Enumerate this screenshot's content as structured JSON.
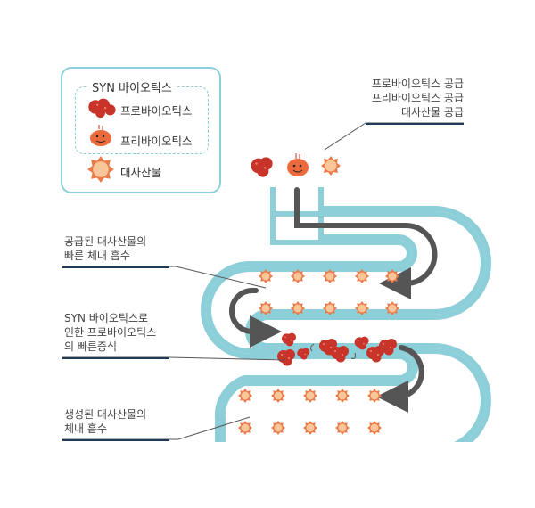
{
  "legend": {
    "title": "SYN 바이오틱스",
    "items": [
      {
        "label": "프로바이오틱스",
        "icon": "probiotic-cluster-icon"
      },
      {
        "label": "프리바이오틱스",
        "icon": "prebiotic-blob-icon"
      },
      {
        "label": "대사산물",
        "icon": "metabolite-sun-icon"
      }
    ]
  },
  "callouts": {
    "supply": [
      "프로바이오틱스 공급",
      "프리바이오틱스 공급",
      "대사산물 공급"
    ],
    "absorb_supplied": [
      "공급된 대사산물의",
      "빠른 체내 흡수"
    ],
    "proliferation": [
      "SYN 바이오틱스로",
      "인한 프로바이오틱스",
      "의 빠른증식"
    ],
    "absorb_generated": [
      "생성된 대사산물의",
      "체내 흡수"
    ]
  },
  "colors": {
    "intestine": "#8dcfd8",
    "arrow": "#555555",
    "probiotic": "#c8342a",
    "prebiotic": "#ec6a3c",
    "metabolite": "#f0a070",
    "line": "#1e3a56"
  }
}
